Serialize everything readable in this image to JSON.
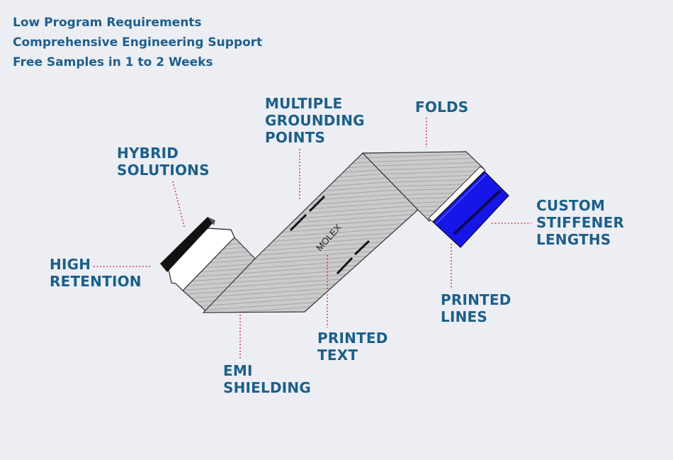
{
  "features": [
    "Low Program Requirements",
    "Comprehensive Engineering Support",
    "Free Samples in 1 to 2 Weeks"
  ],
  "callouts": {
    "hybrid": [
      "HYBRID",
      "SOLUTIONS"
    ],
    "grounding": [
      "MULTIPLE",
      "GROUNDING",
      "POINTS"
    ],
    "folds": [
      "FOLDS"
    ],
    "custom": [
      "CUSTOM",
      "STIFFENER",
      "LENGTHS"
    ],
    "retention": [
      "HIGH",
      "RETENTION"
    ],
    "printed_lines": [
      "PRINTED",
      "LINES"
    ],
    "printed_text": [
      "PRINTED",
      "TEXT"
    ],
    "emi": [
      "EMI",
      "SHIELDING"
    ]
  },
  "cable_marking": "MOLEX",
  "colors": {
    "label": "#1c5f8a",
    "cable": "#c9c9c9",
    "stiffener": "#1a1ae6",
    "leader": "#d0203a"
  }
}
